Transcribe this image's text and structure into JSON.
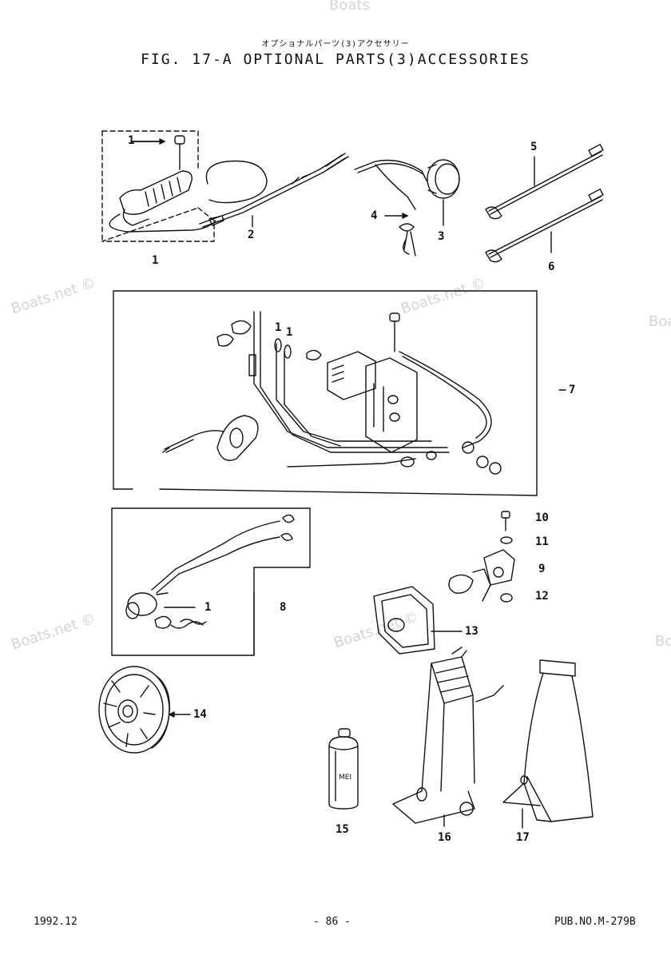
{
  "header": {
    "title_jp": "オプショナルパーツ(3)アクセサリー",
    "title_en": "FIG. 17-A OPTIONAL PARTS(3)ACCESSORIES"
  },
  "watermark": {
    "text": "Boats.net ©",
    "text_short": "Boats",
    "color": "#d4d4d4"
  },
  "callouts": {
    "c1a": "1",
    "c1b": "1",
    "c2": "2",
    "c3": "3",
    "c4": "4",
    "c5": "5",
    "c6": "6",
    "c7": "7",
    "c8": "8",
    "c1c": "1",
    "c1d": "1",
    "c1e": "1",
    "c9": "9",
    "c10": "10",
    "c11": "11",
    "c12": "12",
    "c13": "13",
    "c14": "14",
    "c15": "15",
    "c16": "16",
    "c17": "17"
  },
  "can_label": "MEI",
  "footer": {
    "date": "1992.12",
    "page": "- 86 -",
    "pub_no": "PUB.NO.M-279B"
  }
}
